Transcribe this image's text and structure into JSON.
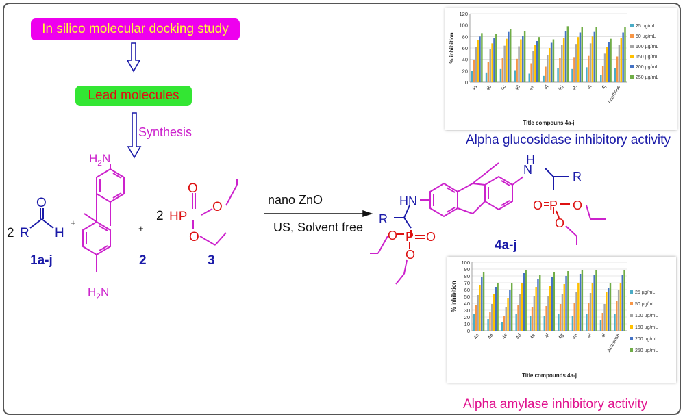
{
  "flow": {
    "docking_label": "In silico molecular docking study",
    "lead_label": "Lead molecules",
    "synthesis_label": "Synthesis"
  },
  "reaction": {
    "coef_aldehyde": "2",
    "coef_phosphite": "2",
    "plus": "+",
    "aldehyde_label": "1a-j",
    "diamine_label": "2",
    "phosphite_label": "3",
    "product_label": "4a-j",
    "conditions_top": "nano ZnO",
    "conditions_bottom": "US, Solvent free"
  },
  "captions": {
    "glucosidase": "Alpha glucosidase inhibitory activity",
    "amylase": "Alpha amylase inhibitory activity"
  },
  "colors": {
    "series": [
      "#4bacc6",
      "#f79646",
      "#a5a5a5",
      "#ffc000",
      "#4472c4",
      "#70ad47"
    ],
    "magenta": "#d81bd8",
    "blue": "#1a1aa8",
    "red": "#dd1111"
  },
  "chart_data": [
    {
      "type": "bar",
      "title": "",
      "xlabel": "Title compouns 4a-j",
      "ylabel": "% inhibition",
      "ylim": [
        0,
        120
      ],
      "yticks": [
        0,
        20,
        40,
        60,
        80,
        100,
        120
      ],
      "categories": [
        "4a",
        "4b",
        "4c",
        "4d",
        "4e",
        "4f",
        "4g",
        "4h",
        "4i",
        "4j",
        "Acarbose"
      ],
      "legend_position": "right",
      "series": [
        {
          "name": "25 µg/mL",
          "values": [
            20,
            17,
            23,
            21,
            15,
            11,
            24,
            23,
            26,
            12,
            25
          ]
        },
        {
          "name": "50 µg/mL",
          "values": [
            39,
            36,
            43,
            41,
            33,
            27,
            43,
            44,
            46,
            28,
            45
          ]
        },
        {
          "name": "100 µg/mL",
          "values": [
            62,
            58,
            64,
            63,
            54,
            48,
            66,
            67,
            68,
            50,
            66
          ]
        },
        {
          "name": "150 µg/mL",
          "values": [
            74,
            68,
            76,
            75,
            66,
            60,
            78,
            79,
            80,
            62,
            78
          ]
        },
        {
          "name": "200 µg/mL",
          "values": [
            80,
            78,
            88,
            81,
            72,
            69,
            90,
            87,
            88,
            70,
            87
          ]
        },
        {
          "name": "250 µg/mL",
          "values": [
            86,
            84,
            93,
            89,
            79,
            75,
            98,
            96,
            97,
            76,
            96
          ]
        }
      ]
    },
    {
      "type": "bar",
      "title": "",
      "xlabel": "Title compounds 4a-j",
      "ylabel": "% inhibition",
      "ylim": [
        0,
        100
      ],
      "yticks": [
        0,
        10,
        20,
        30,
        40,
        50,
        60,
        70,
        80,
        90,
        100
      ],
      "categories": [
        "4a",
        "4b",
        "4c",
        "4d",
        "4e",
        "4f",
        "4g",
        "4h",
        "4i",
        "4j",
        "Acarbose"
      ],
      "legend_position": "right",
      "series": [
        {
          "name": "25 µg/mL",
          "values": [
            24,
            17,
            13,
            25,
            21,
            22,
            24,
            22,
            25,
            15,
            25
          ]
        },
        {
          "name": "50 µg/mL",
          "values": [
            37,
            27,
            22,
            38,
            35,
            36,
            39,
            41,
            40,
            26,
            43
          ]
        },
        {
          "name": "100 µg/mL",
          "values": [
            52,
            39,
            35,
            53,
            51,
            50,
            54,
            56,
            55,
            39,
            60
          ]
        },
        {
          "name": "150 µg/mL",
          "values": [
            67,
            54,
            48,
            70,
            64,
            65,
            68,
            70,
            69,
            56,
            70
          ]
        },
        {
          "name": "200 µg/mL",
          "values": [
            78,
            64,
            60,
            84,
            75,
            78,
            80,
            83,
            82,
            63,
            82
          ]
        },
        {
          "name": "250 µg/mL",
          "values": [
            86,
            69,
            69,
            89,
            82,
            85,
            87,
            89,
            88,
            70,
            88
          ]
        }
      ]
    }
  ]
}
